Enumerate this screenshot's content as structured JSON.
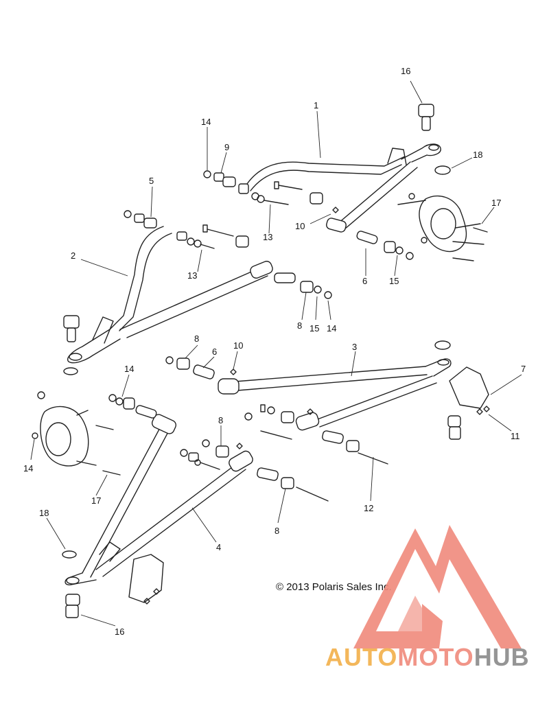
{
  "copyright": "© 2013 Polaris Sales Inc.",
  "watermark": {
    "part1": "AUTO",
    "part2": "MOTO",
    "part3": "HUB",
    "color_orange": "#f2b04a",
    "color_red": "#f08a7c",
    "color_gray": "#8a8a8a"
  },
  "callouts": [
    "16",
    "1",
    "14",
    "9",
    "18",
    "5",
    "17",
    "10",
    "13",
    "2",
    "13",
    "6",
    "15",
    "8",
    "15",
    "14",
    "8",
    "10",
    "6",
    "3",
    "7",
    "14",
    "8",
    "11",
    "14",
    "17",
    "12",
    "18",
    "8",
    "4",
    "16"
  ]
}
